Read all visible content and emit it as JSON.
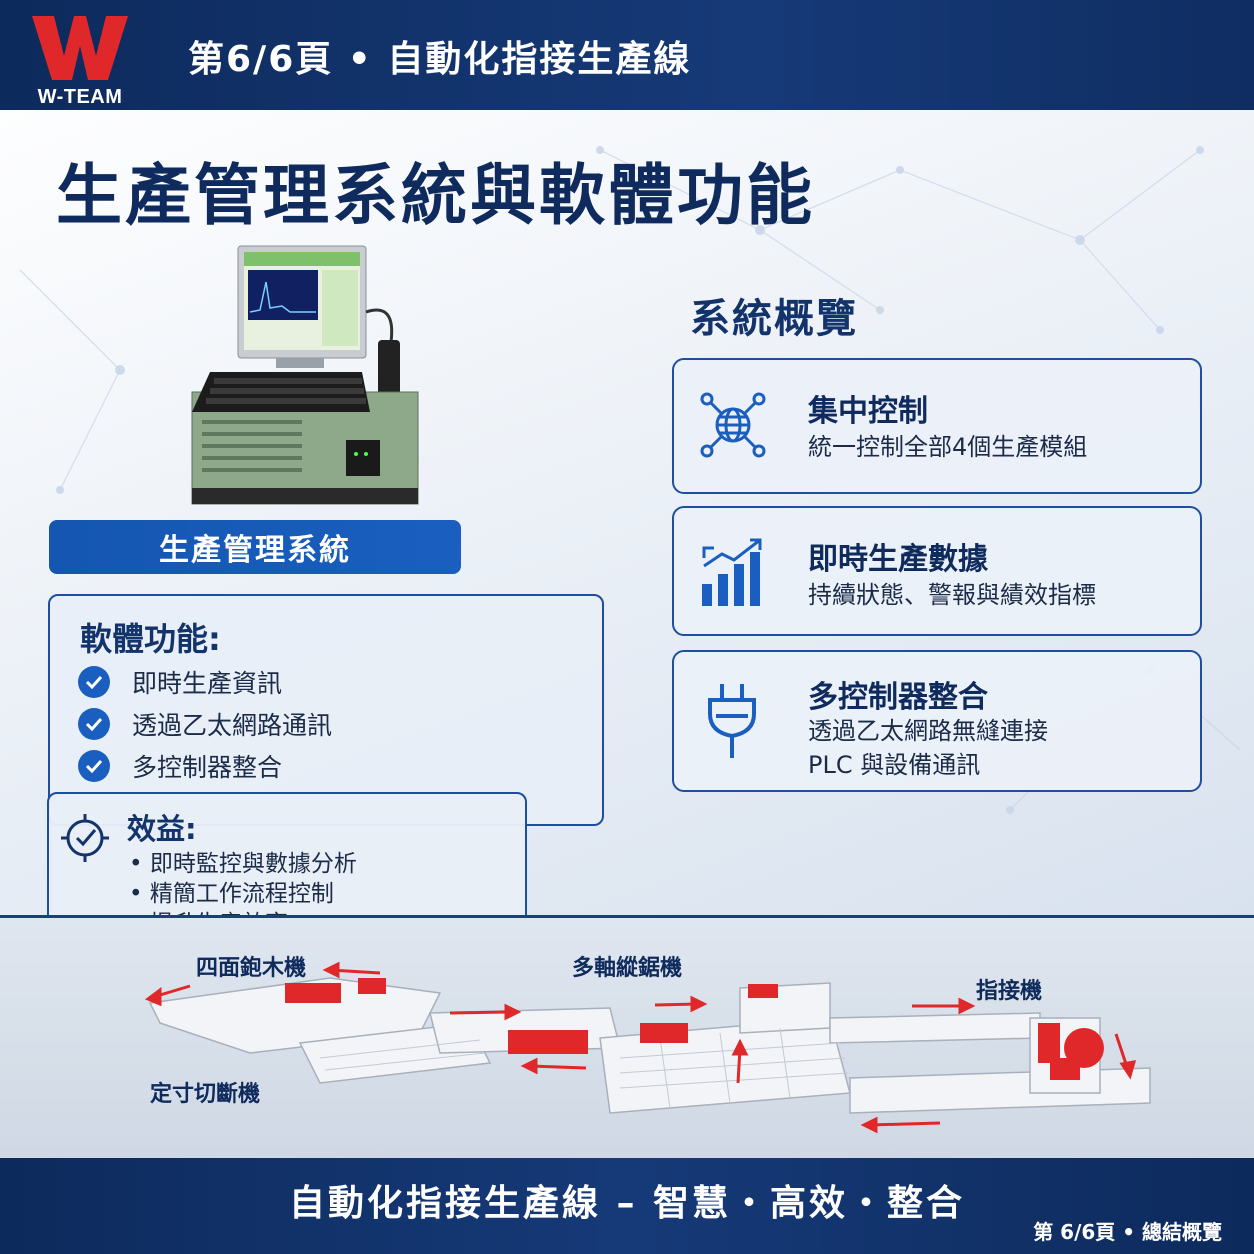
{
  "header": {
    "logo_text": "W-TEAM",
    "title": "第6/6頁 • 自動化指接生產線"
  },
  "main_title": "生產管理系統與軟體功能",
  "system_label": "生產管理系統",
  "features": {
    "title": "軟體功能:",
    "items": [
      "即時生產資訊",
      "透過乙太網路通訊",
      "多控制器整合"
    ]
  },
  "benefits": {
    "title": "效益:",
    "items": [
      "• 即時監控與數據分析",
      "• 精簡工作流程控制",
      "• 提升生產效率"
    ]
  },
  "overview": {
    "title": "系統概覽",
    "cards": [
      {
        "title": "集中控制",
        "desc": "統一控制全部4個生產模組",
        "icon": "network-globe-icon"
      },
      {
        "title": "即時生產數據",
        "desc": "持續狀態、警報與績效指標",
        "icon": "bar-chart-icon"
      },
      {
        "title": "多控制器整合",
        "desc": "透過乙太網路無縫連接",
        "desc2": "PLC 與設備通訊",
        "icon": "plug-icon"
      }
    ]
  },
  "production_line": {
    "labels": [
      "四面鉋木機",
      "多軸縱鋸機",
      "指接機",
      "定寸切斷機"
    ]
  },
  "footer": {
    "title": "自動化指接生產線 – 智慧・高效・整合",
    "page": "第 6/6頁 • 總結概覽"
  },
  "colors": {
    "navy": "#0d2a5c",
    "accent_blue": "#1a5fc0",
    "machine_red": "#e0282a"
  }
}
